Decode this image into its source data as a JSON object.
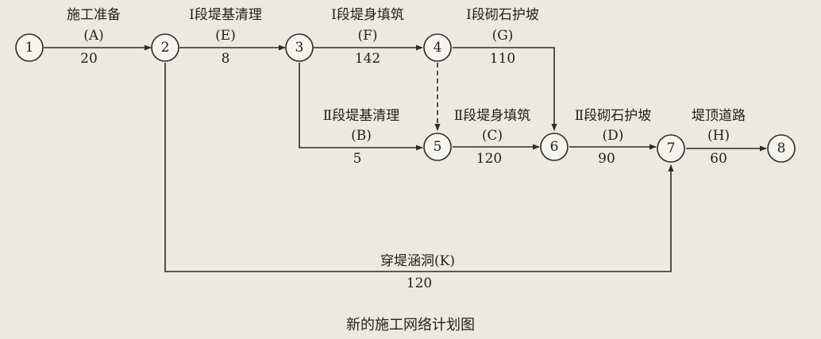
{
  "nodes": [
    "1",
    "2",
    "3",
    "4",
    "5",
    "6",
    "7",
    "8"
  ],
  "activities": [
    {
      "id": "A",
      "name": "施工准备",
      "code": "(A)",
      "duration": "20"
    },
    {
      "id": "E",
      "name": "Ⅰ段堤基清理",
      "code": "(E)",
      "duration": "8"
    },
    {
      "id": "F",
      "name": "Ⅰ段堤身填筑",
      "code": "(F)",
      "duration": "142"
    },
    {
      "id": "G",
      "name": "Ⅰ段砌石护坡",
      "code": "(G)",
      "duration": "110"
    },
    {
      "id": "B",
      "name": "Ⅱ段堤基清理",
      "code": "(B)",
      "duration": "5"
    },
    {
      "id": "C",
      "name": "Ⅱ段堤身填筑",
      "code": "(C)",
      "duration": "120"
    },
    {
      "id": "D",
      "name": "Ⅱ段砌石护坡",
      "code": "(D)",
      "duration": "90"
    },
    {
      "id": "H",
      "name": "堤顶道路",
      "code": "(H)",
      "duration": "60"
    },
    {
      "id": "K",
      "name": "穿堤涵洞(K)",
      "code": "",
      "duration": "120"
    }
  ],
  "caption": "新的施工网络计划图"
}
